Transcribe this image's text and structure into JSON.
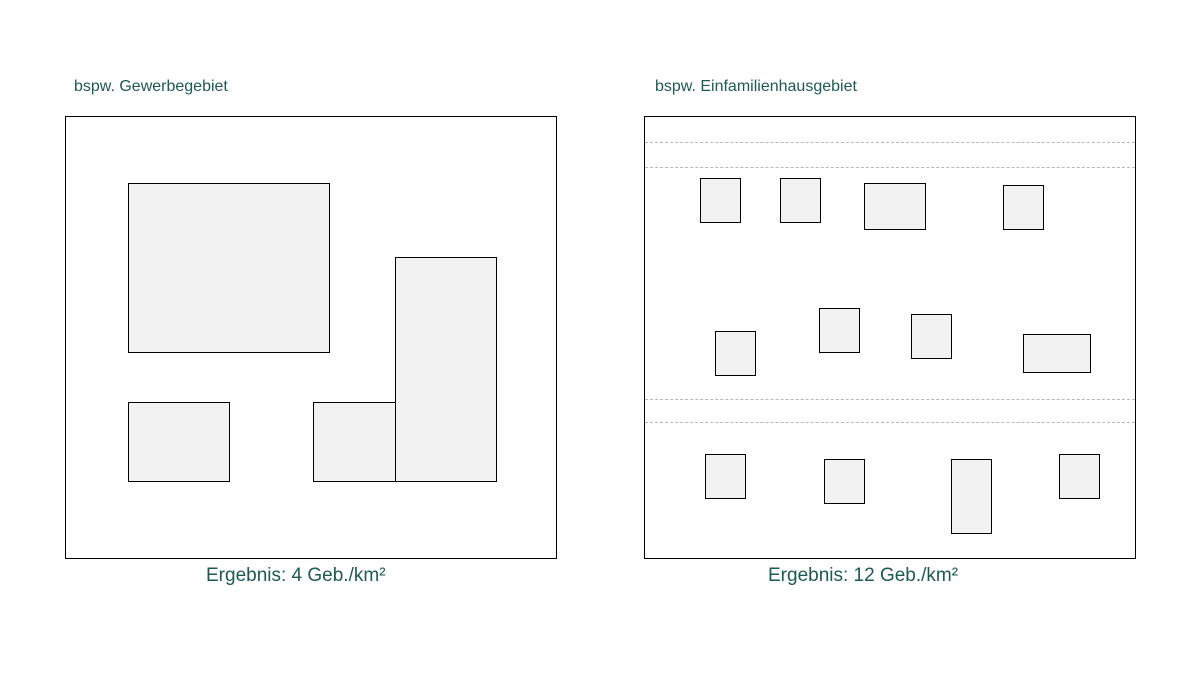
{
  "left_panel": {
    "title": "bspw. Gewerbegebiet",
    "result": "Ergebnis: 4 Geb./km²"
  },
  "right_panel": {
    "title": "bspw. Einfamilienhausgebiet",
    "result": "Ergebnis: 12 Geb./km²"
  },
  "colors": {
    "text": "#1d5a52",
    "building_fill": "#f2f2f2",
    "street_line": "#b8b8b8"
  }
}
